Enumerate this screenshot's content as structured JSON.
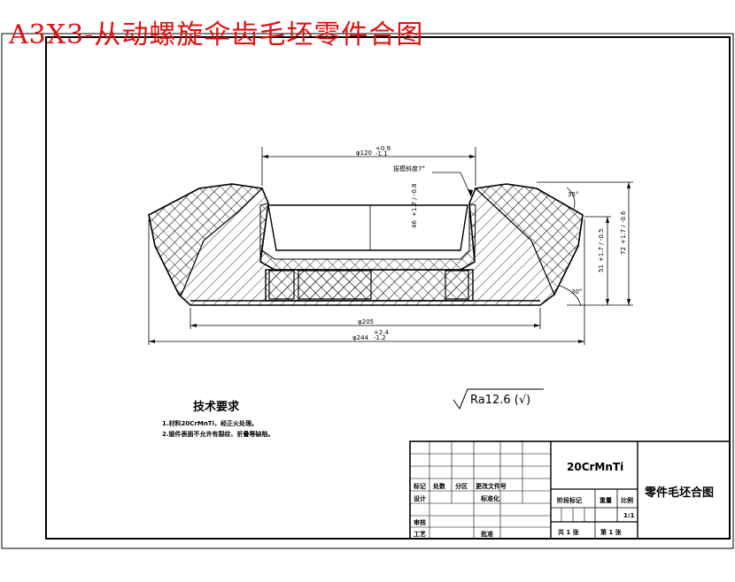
{
  "title": "A3X3-从动螺旋伞齿毛坯零件合图",
  "drawing": {
    "dim_bore": "φ120",
    "dim_bore_tol_upper": "+0.9",
    "dim_bore_tol_lower": "-1.1",
    "draft_note": "拔模斜度7°",
    "dim_depth": "46",
    "dim_depth_tol": "+1.7 / -0.8",
    "dim_angle_top": "35°",
    "dim_angle_bottom": "30°",
    "dim_h_inner": "51",
    "dim_h_inner_tol": "+1.7 / -0.5",
    "dim_h_outer": "72",
    "dim_h_outer_tol": "+1.7 / -0.6",
    "dim_d205": "φ205",
    "dim_d244": "φ244",
    "dim_d244_tol_upper": "+2.4",
    "dim_d244_tol_lower": "-1.2"
  },
  "roughness": "Ra12.6 (√)",
  "tech": {
    "heading": "技术要求",
    "items": [
      "1.材料20CrMnTi，经正火处理。",
      "2.锻件表面不允许有裂纹、折叠等缺陷。"
    ]
  },
  "titleblock": {
    "material": "20CrMnTi",
    "part_name": "零件毛坯合图",
    "labels": {
      "mark": "标记",
      "count": "处数",
      "zone": "分区",
      "docno": "更改文件号",
      "design": "设计",
      "std": "标准化",
      "stage": "阶段标记",
      "weight": "重量",
      "scale": "比例",
      "scale_val": "1:1",
      "check": "审核",
      "process": "工艺",
      "approve": "批准",
      "sheets_total": "共 1 张",
      "sheet_no": "第 1 张"
    }
  }
}
